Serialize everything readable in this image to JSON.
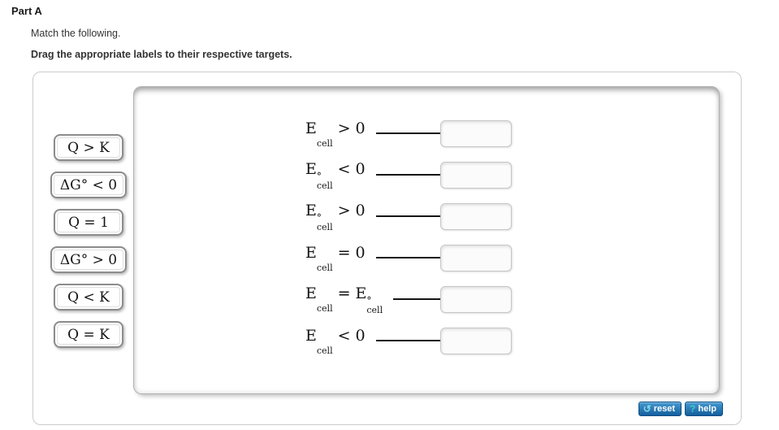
{
  "page": {
    "part_label": "Part A",
    "instruction": "Match the following.",
    "drag_instruction": "Drag the appropriate labels to their respective targets."
  },
  "drag_labels": [
    {
      "text": "Q > K"
    },
    {
      "text": "ΔG° < 0"
    },
    {
      "text": "Q = 1"
    },
    {
      "text": "ΔG° > 0"
    },
    {
      "text": "Q < K"
    },
    {
      "text": "Q = K"
    }
  ],
  "equations": [
    {
      "lhs": {
        "base": "E",
        "sup": "",
        "sub": "cell"
      },
      "op": ">",
      "rhs": {
        "base": "0",
        "sup": "",
        "sub": ""
      }
    },
    {
      "lhs": {
        "base": "E",
        "sup": "°",
        "sub": "cell"
      },
      "op": "<",
      "rhs": {
        "base": "0",
        "sup": "",
        "sub": ""
      }
    },
    {
      "lhs": {
        "base": "E",
        "sup": "°",
        "sub": "cell"
      },
      "op": ">",
      "rhs": {
        "base": "0",
        "sup": "",
        "sub": ""
      }
    },
    {
      "lhs": {
        "base": "E",
        "sup": "",
        "sub": "cell"
      },
      "op": "=",
      "rhs": {
        "base": "0",
        "sup": "",
        "sub": ""
      }
    },
    {
      "lhs": {
        "base": "E",
        "sup": "",
        "sub": "cell"
      },
      "op": "=",
      "rhs": {
        "base": "E",
        "sup": "°",
        "sub": "cell"
      }
    },
    {
      "lhs": {
        "base": "E",
        "sup": "",
        "sub": "cell"
      },
      "op": "<",
      "rhs": {
        "base": "0",
        "sup": "",
        "sub": ""
      }
    }
  ],
  "buttons": {
    "reset_label": "reset",
    "reset_icon": "↺",
    "help_label": "help",
    "help_icon": "?"
  },
  "colors": {
    "button_blue_top": "#459ad1",
    "button_blue_bottom": "#135f9d",
    "button_border": "#0b4e84",
    "reset_icon_color": "#87d7ea",
    "help_icon_color": "#43c8c9",
    "connector_line": "#151515",
    "panel_border": "#b3b3b3"
  }
}
